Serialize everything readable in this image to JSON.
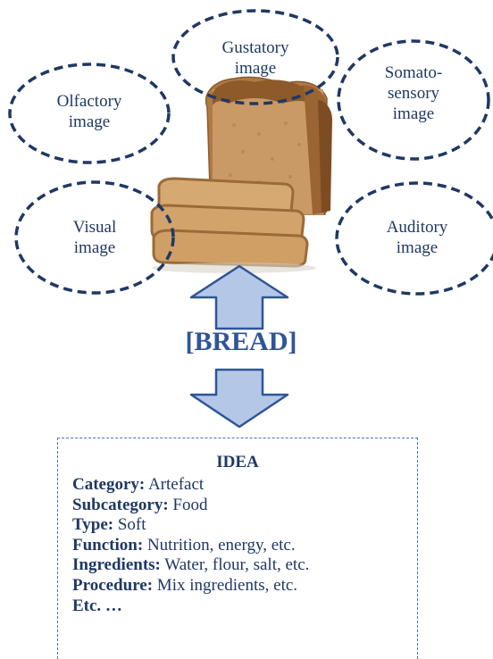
{
  "senses": [
    {
      "id": "gustatory",
      "lines": [
        "Gustatory",
        "image"
      ]
    },
    {
      "id": "olfactory",
      "lines": [
        "Olfactory",
        "image"
      ]
    },
    {
      "id": "somatosensory",
      "lines": [
        "Somato-",
        "sensory",
        "image"
      ]
    },
    {
      "id": "visual",
      "lines": [
        "Visual",
        "image"
      ]
    },
    {
      "id": "auditory",
      "lines": [
        "Auditory",
        "image"
      ]
    }
  ],
  "center_word": "[BREAD]",
  "idea": {
    "title": "IDEA",
    "rows": [
      {
        "key": "Category:",
        "value": " Artefact"
      },
      {
        "key": "Subcategory:",
        "value": " Food"
      },
      {
        "key": "Type:",
        "value": " Soft"
      },
      {
        "key": "Function:",
        "value": " Nutrition, energy, etc."
      },
      {
        "key": "Ingredients:",
        "value": " Water, flour, salt, etc."
      },
      {
        "key": "Procedure:",
        "value": " Mix ingredients, etc."
      },
      {
        "key": "Etc. …",
        "value": ""
      }
    ]
  },
  "colors": {
    "ellipse_stroke": "#1f3864",
    "arrow_fill": "#b4c7e7",
    "arrow_stroke": "#2f5597",
    "text": "#1f3864",
    "box_border": "#4472c4"
  },
  "images": {
    "bread": "bread-loaf-photo",
    "arrow_up": "up-arrow-icon",
    "arrow_down": "down-arrow-icon"
  }
}
